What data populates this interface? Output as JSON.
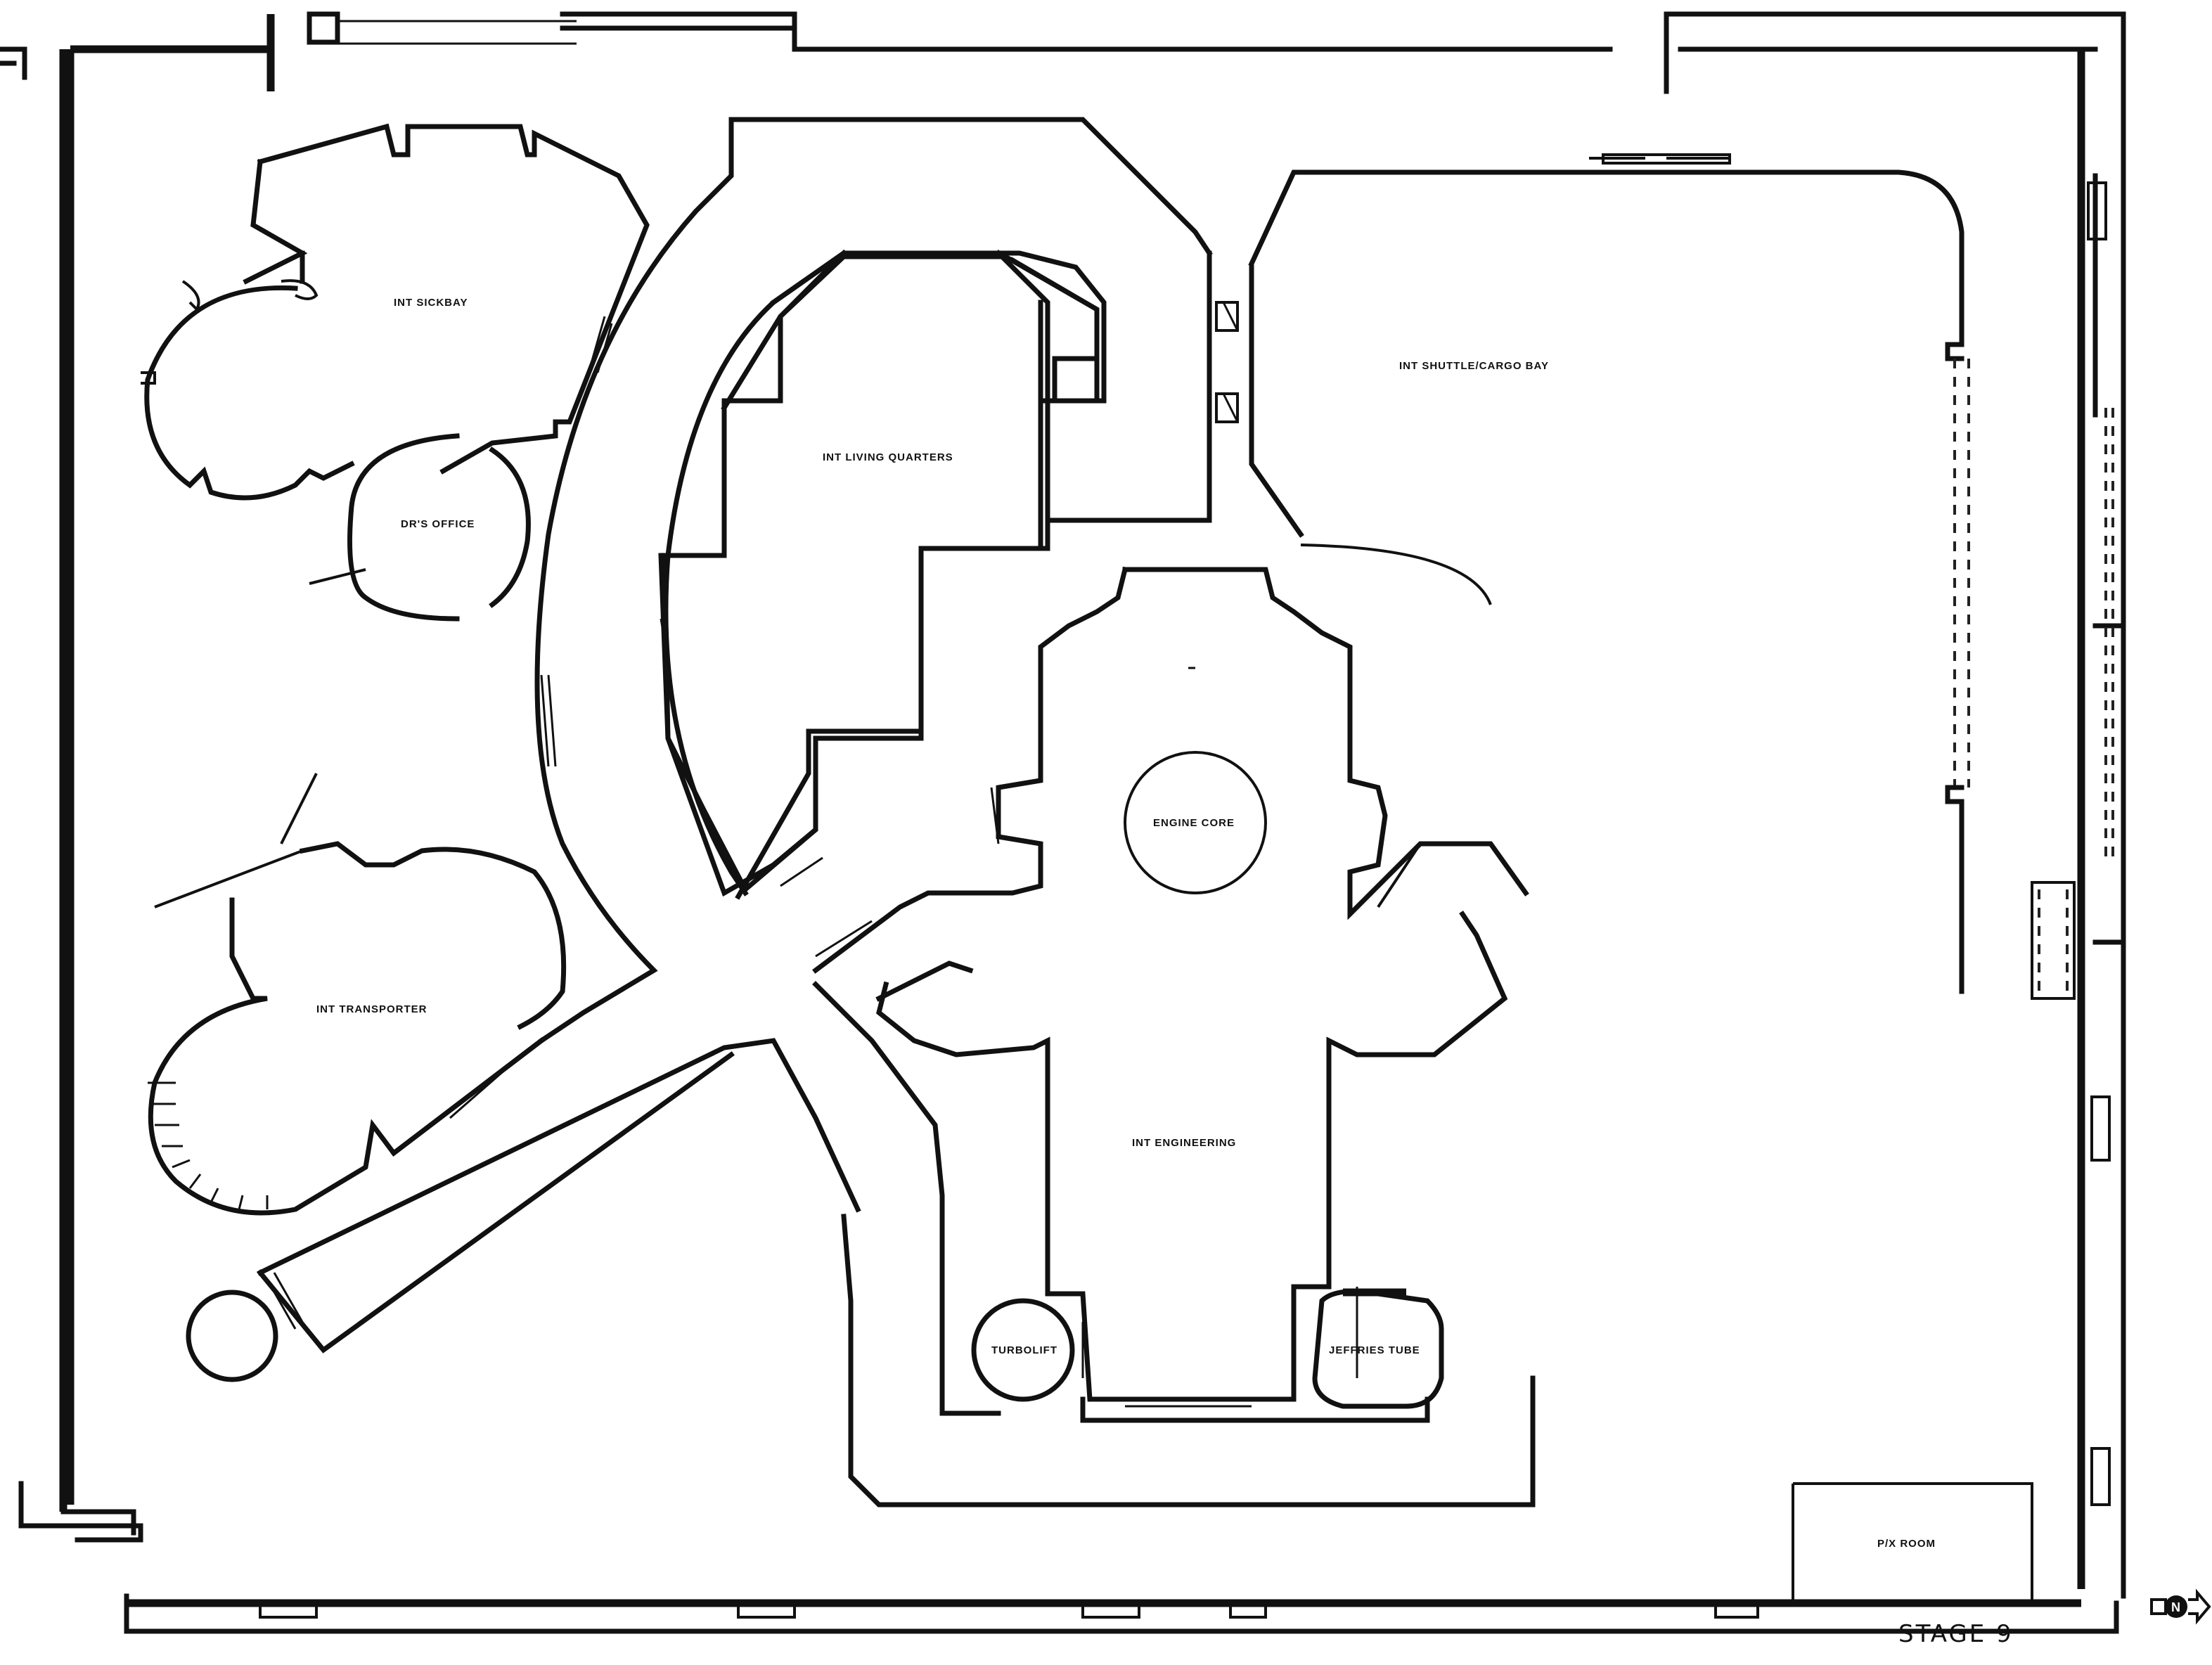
{
  "stage": {
    "label": "STAGE 9"
  },
  "compass": {
    "letter": "N"
  },
  "rooms": {
    "sickbay": "INT SICKBAY",
    "drs_office": "DR'S OFFICE",
    "living_quarters": "INT LIVING QUARTERS",
    "shuttle_cargo_bay": "INT SHUTTLE/CARGO BAY",
    "warp_core": "ENGINE CORE",
    "engineering": "INT ENGINEERING",
    "transporter": "INT TRANSPORTER",
    "turbolift": "TURBOLIFT",
    "jeffries_tube": "JEFFRIES TUBE",
    "px_room": "P/X ROOM"
  }
}
